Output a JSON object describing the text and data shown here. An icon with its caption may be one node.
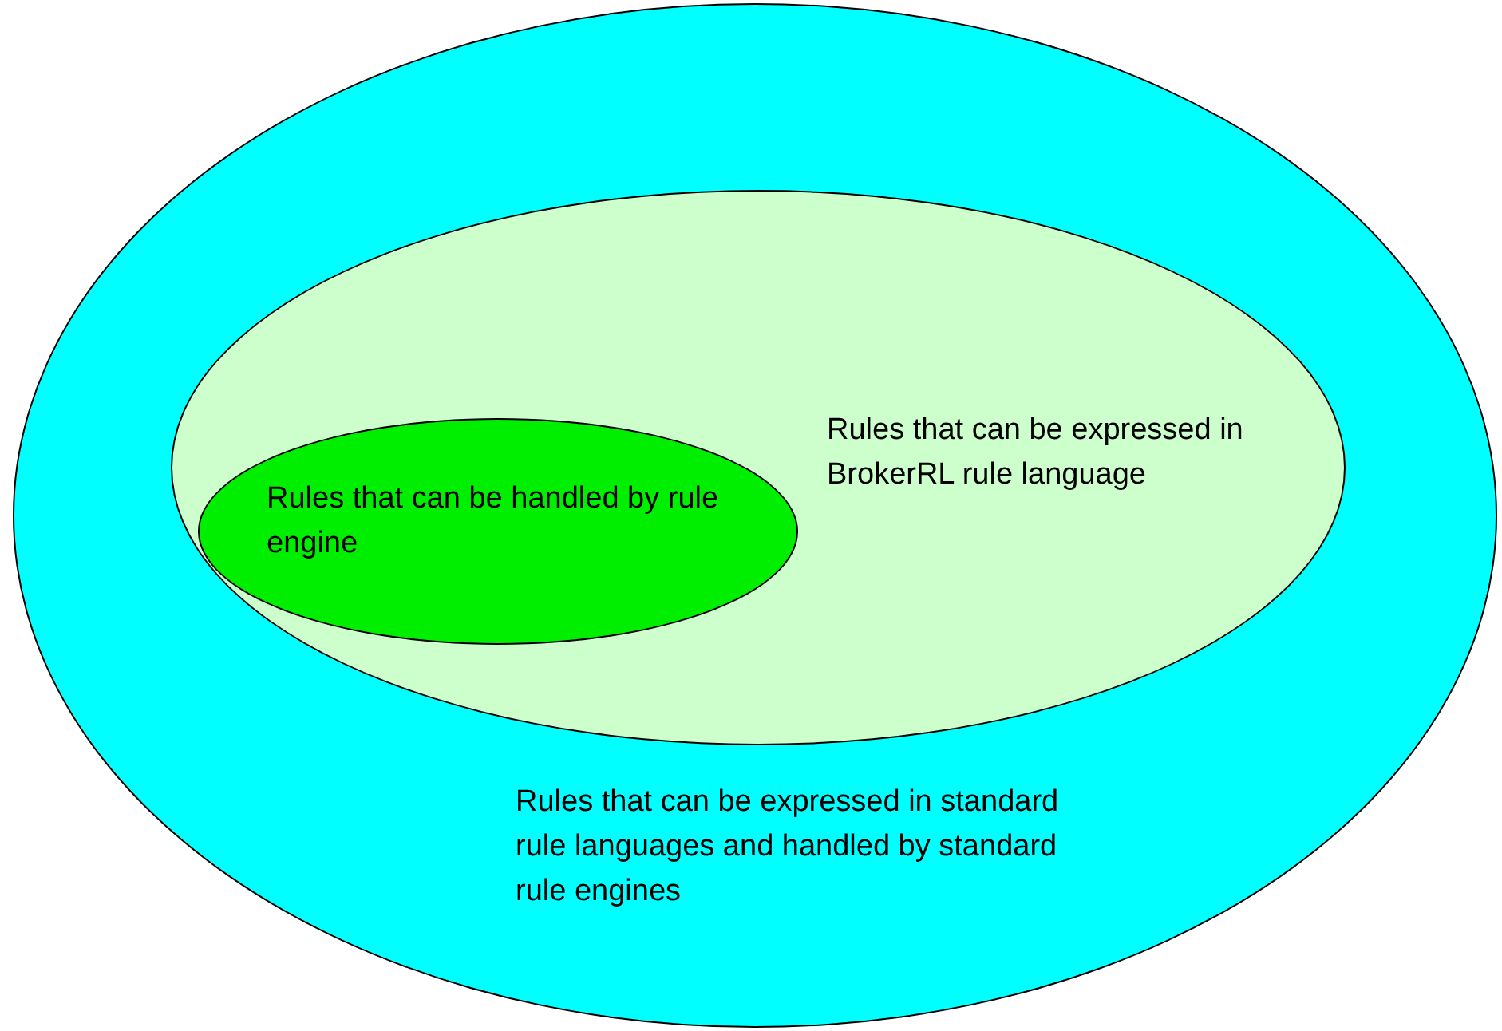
{
  "diagram": {
    "nodes": [
      {
        "text": [
          "Rules that can be expressed in standard rule languages and handled by standard rule engines"
        ]
      },
      {
        "text": [
          "Rules that can be expressed in BrokerRL rule language"
        ],
        "in": 0
      },
      {
        "text": [
          "Rules that can be handled by rule engine"
        ],
        "in": 1
      }
    ],
    "edges": []
  }
}
